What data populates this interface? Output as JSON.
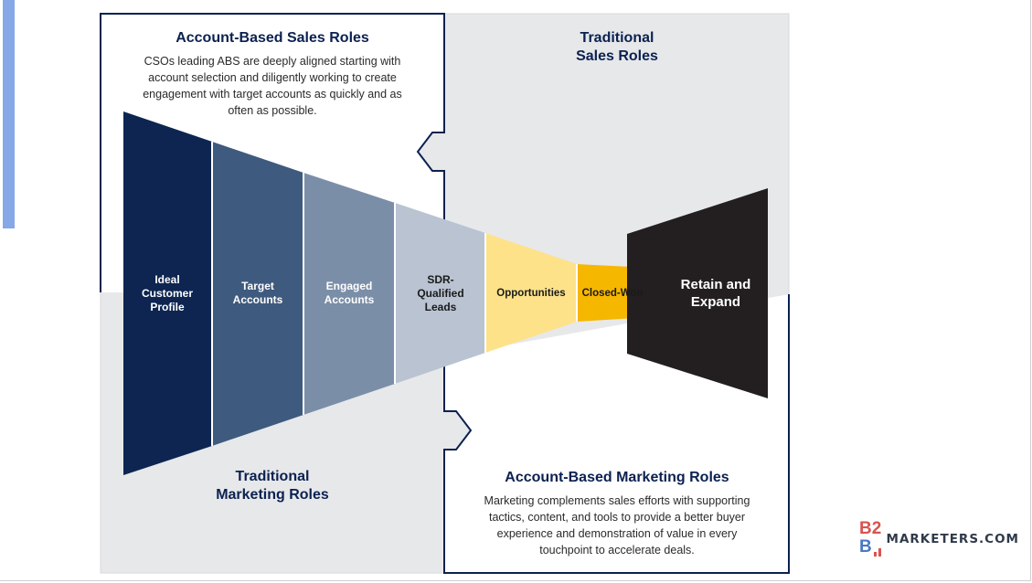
{
  "panels": {
    "account_based_sales": {
      "title": "Account-Based Sales Roles",
      "body": "CSOs leading ABS are deeply aligned starting with account selection and diligently working to create engagement with target accounts as quickly and as often as possible."
    },
    "traditional_sales": {
      "title": "Traditional Sales Roles"
    },
    "traditional_marketing": {
      "title": "Traditional Marketing Roles"
    },
    "account_based_marketing": {
      "title": "Account-Based Marketing Roles",
      "body": "Marketing complements sales efforts with supporting tactics, content, and tools to provide a better buyer experience and demonstration of value in every touchpoint to accelerate deals."
    }
  },
  "funnel": [
    {
      "label": "Ideal Customer Profile",
      "color": "#0d2550"
    },
    {
      "label": "Target Accounts",
      "color": "#3e5a7e"
    },
    {
      "label": "Engaged Accounts",
      "color": "#7b8ea8"
    },
    {
      "label": "SDR-Qualified Leads",
      "color": "#b9c3d1"
    },
    {
      "label": "Opportunities",
      "color": "#fde28a"
    },
    {
      "label": "Closed-Won",
      "color": "#f6b700"
    }
  ],
  "retain": {
    "label": "Retain and Expand",
    "color": "#231f20"
  },
  "colors": {
    "panel_gray": "#e7e8ea",
    "outline_navy": "#0b2150"
  },
  "brand": {
    "mark_top": "B2",
    "mark_bottom": "B",
    "name": "MARKETERS.COM"
  }
}
